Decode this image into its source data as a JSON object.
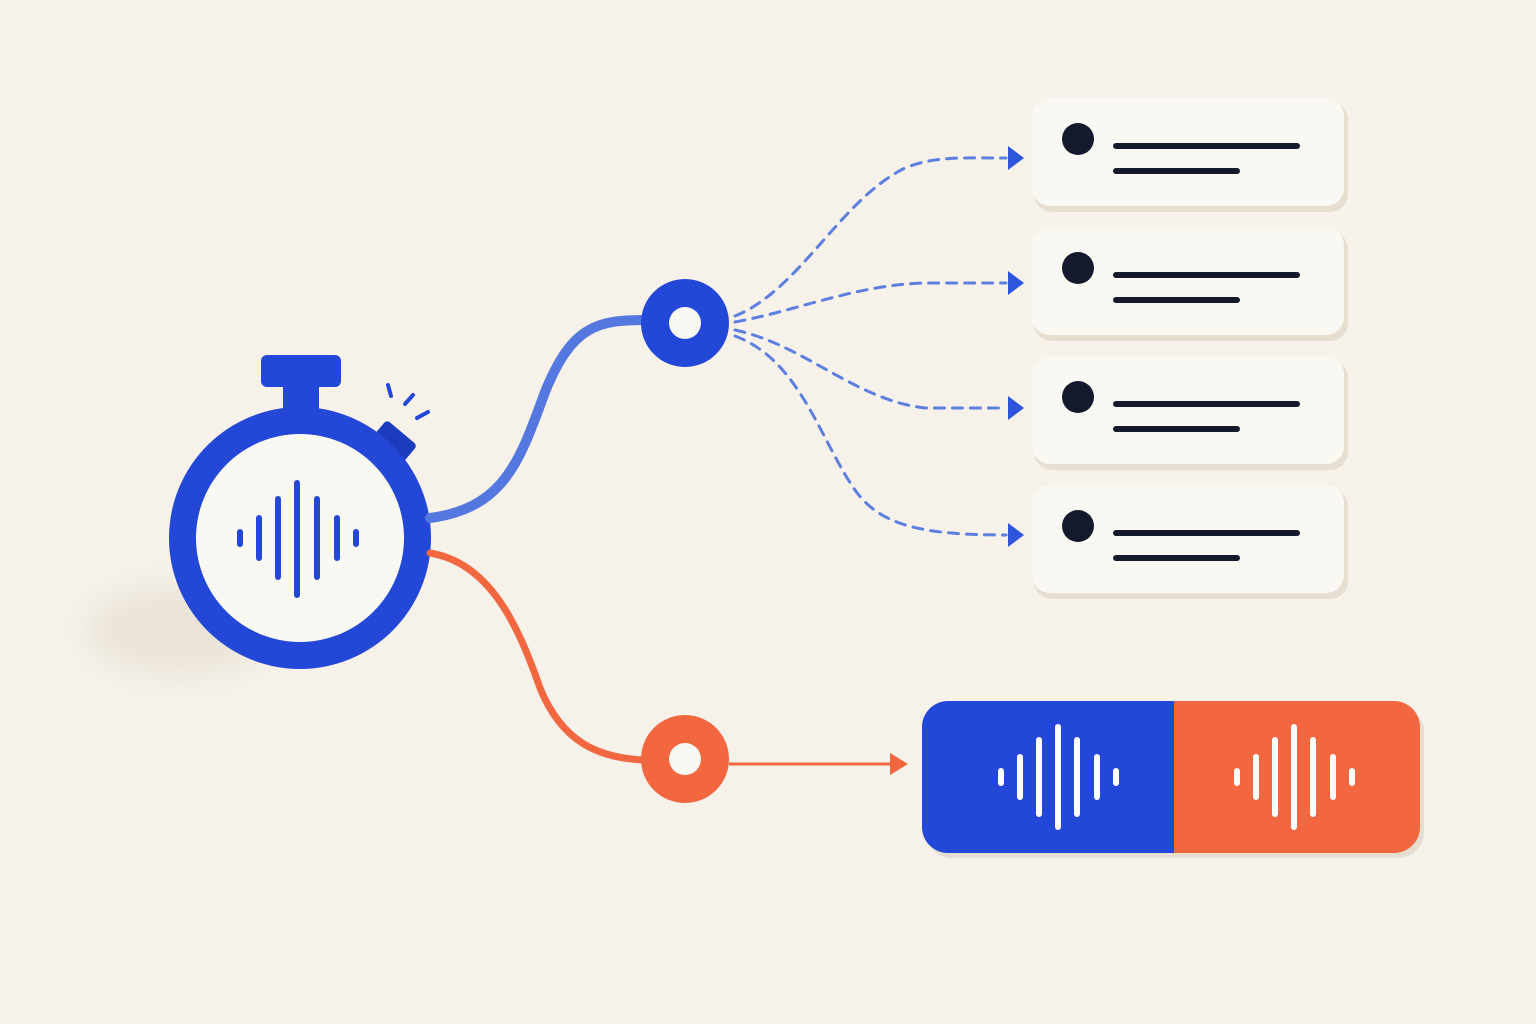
{
  "colors": {
    "background": "#f6f1e9",
    "primary_blue": "#2347d6",
    "blue_dashed": "#5c7fe0",
    "accent_orange": "#f2673f",
    "card_bg": "#faf8f3",
    "card_shadow": "#e6dfd1",
    "ink": "#141a2b",
    "white": "#ffffff"
  },
  "icons": {
    "stopwatch": "stopwatch-icon",
    "waveform": "audio-waveform-icon",
    "node": "ring-node-icon",
    "arrow": "arrowhead-icon",
    "bullet": "bullet-dot-icon"
  },
  "transcript_cards": [
    {
      "id": "card-1",
      "lines": 2
    },
    {
      "id": "card-2",
      "lines": 2
    },
    {
      "id": "card-3",
      "lines": 2
    },
    {
      "id": "card-4",
      "lines": 2
    }
  ],
  "audio_output": {
    "segments": [
      "blue-track",
      "orange-track"
    ]
  }
}
